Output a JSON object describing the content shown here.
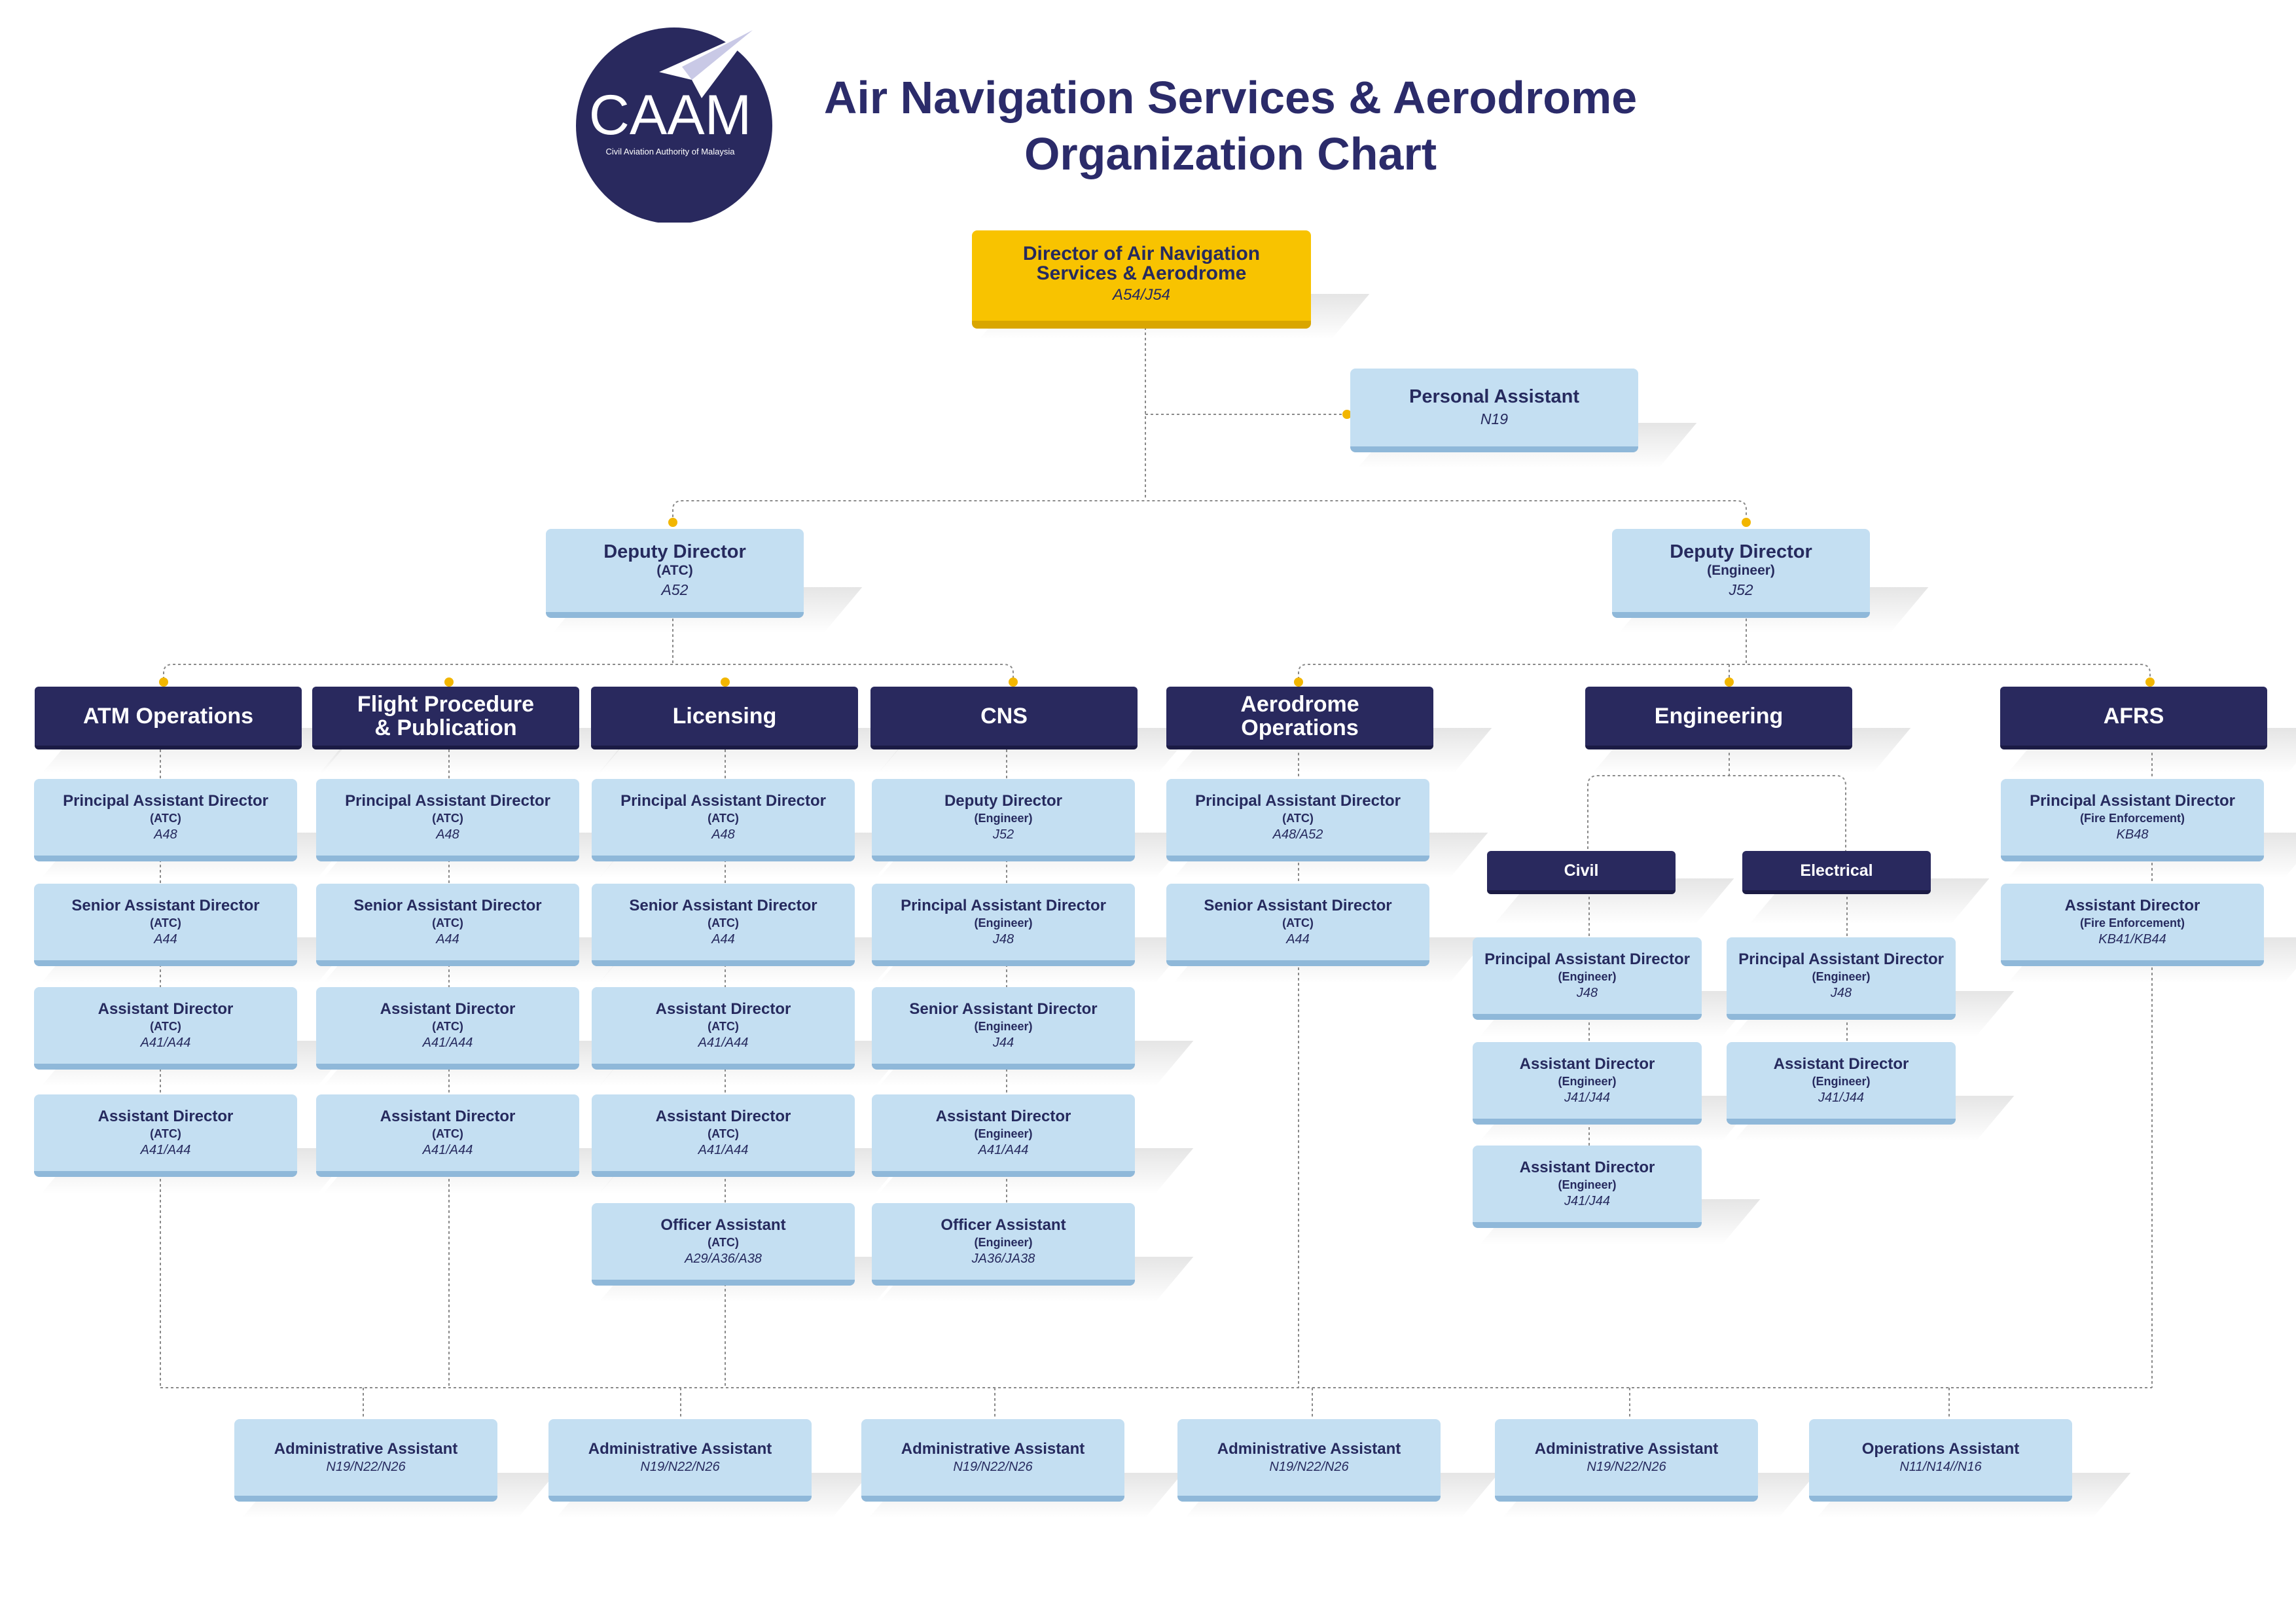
{
  "logo": {
    "text": "CAAM",
    "subtext": "Civil Aviation Authority of Malaysia",
    "color": "#29295e"
  },
  "title": {
    "line1": "Air Navigation Services & Aerodrome",
    "line2": "Organization Chart"
  },
  "colors": {
    "navy": "#29295e",
    "light_blue": "#c4dff2",
    "gold": "#f8c300",
    "text": "#262a5e"
  },
  "top": {
    "title": "Director of Air Navigation Services & Aerodrome",
    "grade": "A54/J54"
  },
  "personal_assistant": {
    "title": "Personal Assistant",
    "grade": "N19"
  },
  "deputies": [
    {
      "title": "Deputy Director",
      "spec": "(ATC)",
      "grade": "A52"
    },
    {
      "title": "Deputy Director",
      "spec": "(Engineer)",
      "grade": "J52"
    }
  ],
  "departments": [
    {
      "name": "ATM Operations",
      "positions": [
        {
          "title": "Principal Assistant Director",
          "spec": "(ATC)",
          "grade": "A48"
        },
        {
          "title": "Senior Assistant Director",
          "spec": "(ATC)",
          "grade": "A44"
        },
        {
          "title": "Assistant Director",
          "spec": "(ATC)",
          "grade": "A41/A44"
        },
        {
          "title": "Assistant Director",
          "spec": "(ATC)",
          "grade": "A41/A44"
        }
      ]
    },
    {
      "name": "Flight Procedure & Publication",
      "positions": [
        {
          "title": "Principal Assistant Director",
          "spec": "(ATC)",
          "grade": "A48"
        },
        {
          "title": "Senior Assistant Director",
          "spec": "(ATC)",
          "grade": "A44"
        },
        {
          "title": "Assistant Director",
          "spec": "(ATC)",
          "grade": "A41/A44"
        },
        {
          "title": "Assistant Director",
          "spec": "(ATC)",
          "grade": "A41/A44"
        }
      ]
    },
    {
      "name": "Licensing",
      "positions": [
        {
          "title": "Principal Assistant Director",
          "spec": "(ATC)",
          "grade": "A48"
        },
        {
          "title": "Senior Assistant Director",
          "spec": "(ATC)",
          "grade": "A44"
        },
        {
          "title": "Assistant Director",
          "spec": "(ATC)",
          "grade": "A41/A44"
        },
        {
          "title": "Assistant Director",
          "spec": "(ATC)",
          "grade": "A41/A44"
        },
        {
          "title": "Officer Assistant",
          "spec": "(ATC)",
          "grade": "A29/A36/A38"
        }
      ]
    },
    {
      "name": "CNS",
      "positions": [
        {
          "title": "Deputy Director",
          "spec": "(Engineer)",
          "grade": "J52"
        },
        {
          "title": "Principal Assistant Director",
          "spec": "(Engineer)",
          "grade": "J48"
        },
        {
          "title": "Senior Assistant Director",
          "spec": "(Engineer)",
          "grade": "J44"
        },
        {
          "title": "Assistant Director",
          "spec": "(Engineer)",
          "grade": "A41/A44"
        },
        {
          "title": "Officer Assistant",
          "spec": "(Engineer)",
          "grade": "JA36/JA38"
        }
      ]
    },
    {
      "name": "Aerodrome Operations",
      "positions": [
        {
          "title": "Principal Assistant Director",
          "spec": "(ATC)",
          "grade": "A48/A52"
        },
        {
          "title": "Senior Assistant Director",
          "spec": "(ATC)",
          "grade": "A44"
        }
      ]
    },
    {
      "name": "Engineering",
      "subunits": [
        {
          "name": "Civil",
          "positions": [
            {
              "title": "Principal Assistant Director",
              "spec": "(Engineer)",
              "grade": "J48"
            },
            {
              "title": "Assistant Director",
              "spec": "(Engineer)",
              "grade": "J41/J44"
            },
            {
              "title": "Assistant Director",
              "spec": "(Engineer)",
              "grade": "J41/J44"
            }
          ]
        },
        {
          "name": "Electrical",
          "positions": [
            {
              "title": "Principal Assistant Director",
              "spec": "(Engineer)",
              "grade": "J48"
            },
            {
              "title": "Assistant Director",
              "spec": "(Engineer)",
              "grade": "J41/J44"
            }
          ]
        }
      ]
    },
    {
      "name": "AFRS",
      "positions": [
        {
          "title": "Principal Assistant Director",
          "spec": "(Fire Enforcement)",
          "grade": "KB48"
        },
        {
          "title": "Assistant Director",
          "spec": "(Fire Enforcement)",
          "grade": "KB41/KB44"
        }
      ]
    }
  ],
  "support": [
    {
      "title": "Administrative Assistant",
      "grade": "N19/N22/N26"
    },
    {
      "title": "Administrative Assistant",
      "grade": "N19/N22/N26"
    },
    {
      "title": "Administrative Assistant",
      "grade": "N19/N22/N26"
    },
    {
      "title": "Administrative Assistant",
      "grade": "N19/N22/N26"
    },
    {
      "title": "Administrative Assistant",
      "grade": "N19/N22/N26"
    },
    {
      "title": "Operations Assistant",
      "grade": "N11/N14//N16"
    }
  ]
}
